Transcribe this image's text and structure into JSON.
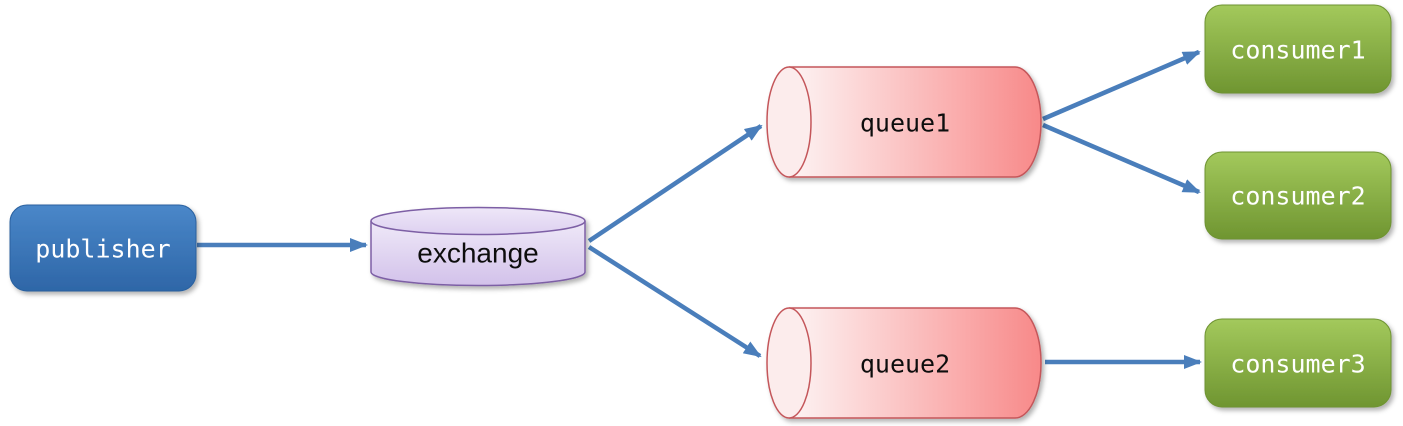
{
  "diagram": {
    "type": "message-broker-topology",
    "background": "#ffffff",
    "edge_color": "#4a7ebb",
    "nodes": {
      "publisher": {
        "label": "publisher",
        "shape": "rounded-rect",
        "fill_top": "#4a87c9",
        "fill_bottom": "#2e66a7",
        "border": "#29619f",
        "text_color": "#ffffff"
      },
      "exchange": {
        "label": "exchange",
        "shape": "cylinder-vertical",
        "fill_top": "#efe9f8",
        "fill_bottom": "#d2c1ea",
        "border": "#7d5fa5",
        "text_color": "#111111"
      },
      "queue1": {
        "label": "queue1",
        "shape": "cylinder-horizontal",
        "fill_left": "#fdf4f4",
        "fill_right": "#f88d8d",
        "border": "#c4565a",
        "text_color": "#111111"
      },
      "queue2": {
        "label": "queue2",
        "shape": "cylinder-horizontal",
        "fill_left": "#fdf4f4",
        "fill_right": "#f88d8d",
        "border": "#c4565a",
        "text_color": "#111111"
      },
      "consumer1": {
        "label": "consumer1",
        "shape": "rounded-rect",
        "fill_top": "#a3c95c",
        "fill_bottom": "#6f9531",
        "border": "#6e9331",
        "text_color": "#ffffff"
      },
      "consumer2": {
        "label": "consumer2",
        "shape": "rounded-rect",
        "fill_top": "#a3c95c",
        "fill_bottom": "#6f9531",
        "border": "#6e9331",
        "text_color": "#ffffff"
      },
      "consumer3": {
        "label": "consumer3",
        "shape": "rounded-rect",
        "fill_top": "#a3c95c",
        "fill_bottom": "#6f9531",
        "border": "#6e9331",
        "text_color": "#ffffff"
      }
    },
    "edges": [
      {
        "from": "publisher",
        "to": "exchange"
      },
      {
        "from": "exchange",
        "to": "queue1"
      },
      {
        "from": "exchange",
        "to": "queue2"
      },
      {
        "from": "queue1",
        "to": "consumer1"
      },
      {
        "from": "queue1",
        "to": "consumer2"
      },
      {
        "from": "queue2",
        "to": "consumer3"
      }
    ]
  }
}
